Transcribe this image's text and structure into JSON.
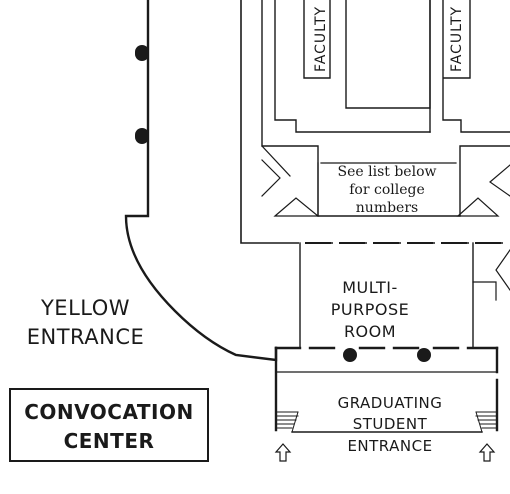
{
  "labels": {
    "faculty_left": "FACULTY",
    "faculty_right": "FACULTY",
    "see_list": "See list below\nfor college\nnumbers",
    "multipurpose": "MULTI-PURPOSE\nROOM",
    "yellow_entrance": "YELLOW\nENTRANCE",
    "graduating_line1": "GRADUATING",
    "graduating_line2": "STUDENT",
    "graduating_line3": "ENTRANCE",
    "building_name": "CONVOCATION\nCENTER"
  },
  "icons": {
    "entrance_arrows": [
      "up-arrow-icon",
      "up-arrow-icon"
    ],
    "door_markers": [
      "door-dot-icon"
    ]
  },
  "colors": {
    "ink": "#1a1a1a",
    "paper": "#ffffff"
  }
}
